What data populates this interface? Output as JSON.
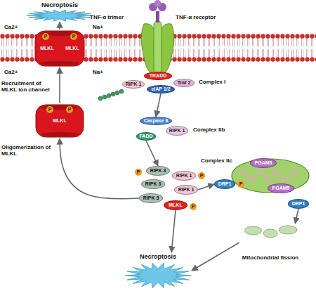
{
  "diagram": {
    "nodes": [
      {
        "text": [
          "Necroptosis"
        ]
      },
      {
        "text": [
          "MLKL",
          "MLKL"
        ]
      },
      {
        "text": [
          "MLKL"
        ]
      },
      {
        "text": [
          "TRADD"
        ]
      },
      {
        "text": [
          "RIPK 1"
        ]
      },
      {
        "text": [
          "cIAP 1/2"
        ]
      },
      {
        "text": [
          "Traf 2"
        ]
      },
      {
        "text": [
          "Caspase 8"
        ]
      },
      {
        "text": [
          "RIPK 1"
        ]
      },
      {
        "text": [
          "FADD"
        ]
      },
      {
        "text": [
          "RIPK 3"
        ]
      },
      {
        "text": [
          "RIPK 3"
        ]
      },
      {
        "text": [
          "RIPK 1"
        ]
      },
      {
        "text": [
          "RIPK 3"
        ]
      },
      {
        "text": [
          "RIPK 1"
        ]
      },
      {
        "text": [
          "MLKL"
        ]
      },
      {
        "text": [
          "PGAM5"
        ]
      },
      {
        "text": [
          "DRP1"
        ]
      },
      {
        "text": [
          "PGAM5"
        ]
      },
      {
        "text": [
          "DRP1"
        ]
      },
      {
        "text": [
          "Mitochondrial fission"
        ]
      },
      {
        "text": [
          "Necroptosis"
        ]
      }
    ],
    "edges": [
      {
        "from": 5,
        "to": 7,
        "arrow": "to"
      },
      {
        "from": 9,
        "to": 10,
        "arrow": "to"
      },
      {
        "from": 13,
        "to": 2,
        "arrow": "to"
      },
      {
        "from": 2,
        "to": 1,
        "arrow": "to"
      },
      {
        "from": 1,
        "to": 0,
        "arrow": "to"
      },
      {
        "from": 15,
        "to": 21,
        "arrow": "to"
      },
      {
        "from": 14,
        "to": 17,
        "arrow": "to"
      },
      {
        "from": 19,
        "to": 20,
        "arrow": "to"
      },
      {
        "from": 20,
        "to": 21,
        "arrow": "to"
      }
    ],
    "labels": [
      "Recruitment of MLKL ion channel",
      "Oligomerization of MLKL",
      "TNF-α trimer",
      "TNF-α receptor",
      "Complex I",
      "Complex IIb",
      "Complex IIc",
      "Ca2+",
      "Na+",
      "Ca2+",
      "Na+",
      "P",
      "P",
      "P",
      "P",
      "P",
      "P",
      "P",
      "P"
    ]
  }
}
